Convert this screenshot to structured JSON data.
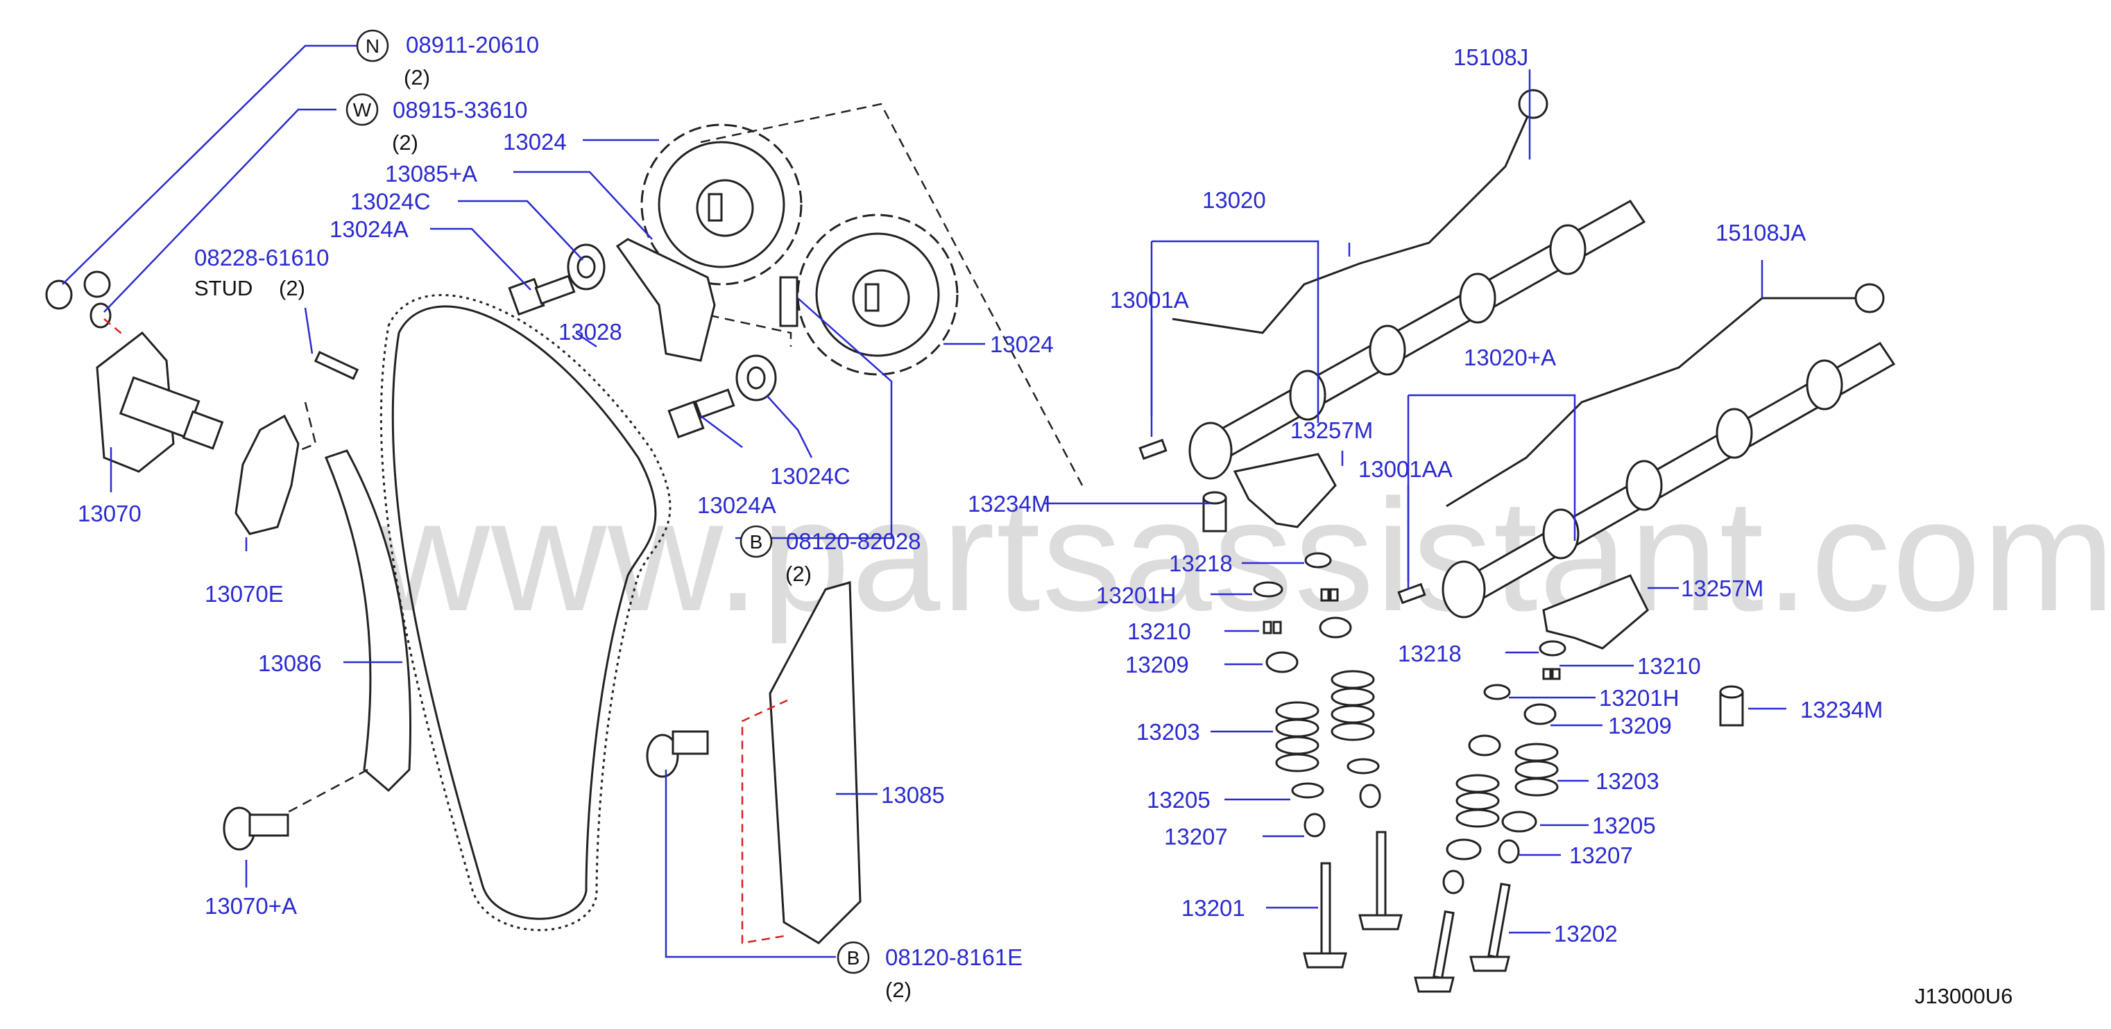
{
  "watermark": "www.partsassistant.com",
  "diagram_code": "J13000U6",
  "callouts": [
    {
      "badge": "N",
      "part": "08911-20610",
      "qty": "(2)"
    },
    {
      "badge": "W",
      "part": "08915-33610",
      "qty": "(2)"
    },
    {
      "badge": "B",
      "part": "08120-82028",
      "qty": "(2)"
    },
    {
      "badge": "B",
      "part": "08120-8161E",
      "qty": "(2)"
    }
  ],
  "stud": {
    "part": "08228-61610",
    "text": "STUD",
    "qty": "(2)"
  },
  "parts": {
    "p13024_top": "13024",
    "p13085A": "13085+A",
    "p13024C_top": "13024C",
    "p13024A_top": "13024A",
    "p13028": "13028",
    "p13024_right": "13024",
    "p13024C_bot": "13024C",
    "p13024A_bot": "13024A",
    "p13070": "13070",
    "p13070E": "13070E",
    "p13086": "13086",
    "p13070A": "13070+A",
    "p13085": "13085",
    "p15108J": "15108J",
    "p15108JA": "15108JA",
    "p13020": "13020",
    "p13020A": "13020+A",
    "p13001A": "13001A",
    "p13001AA": "13001AA",
    "p13257M_top": "13257M",
    "p13257M_right": "13257M",
    "p13234M_left": "13234M",
    "p13234M_right": "13234M",
    "p13218_left": "13218",
    "p13218_right": "13218",
    "p13201H_left": "13201H",
    "p13201H_right": "13201H",
    "p13210_left": "13210",
    "p13210_right": "13210",
    "p13209_left": "13209",
    "p13209_right": "13209",
    "p13203_left": "13203",
    "p13203_right": "13203",
    "p13205_left": "13205",
    "p13205_right": "13205",
    "p13207_left": "13207",
    "p13207_right": "13207",
    "p13201": "13201",
    "p13202": "13202"
  }
}
